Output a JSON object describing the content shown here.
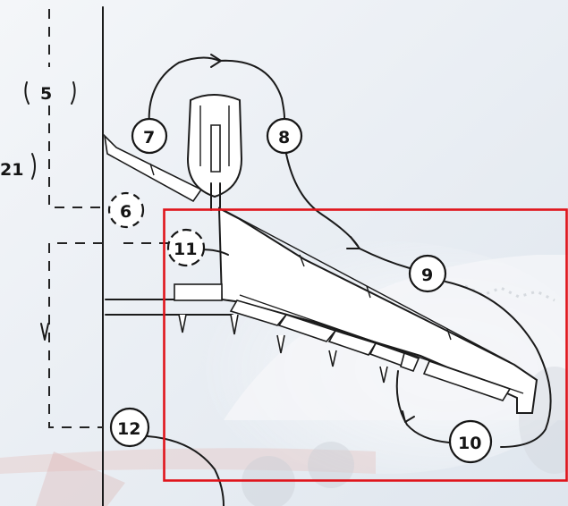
{
  "labels": {
    "n5": "5",
    "n6": "6",
    "n7": "7",
    "n8": "8",
    "n9": "9",
    "n10": "10",
    "n11": "11",
    "n12": "12",
    "n21": "21"
  },
  "colors": {
    "background": "#eef2f6",
    "highlight_box": "#e0141b",
    "ink": "#1b1b1b"
  }
}
